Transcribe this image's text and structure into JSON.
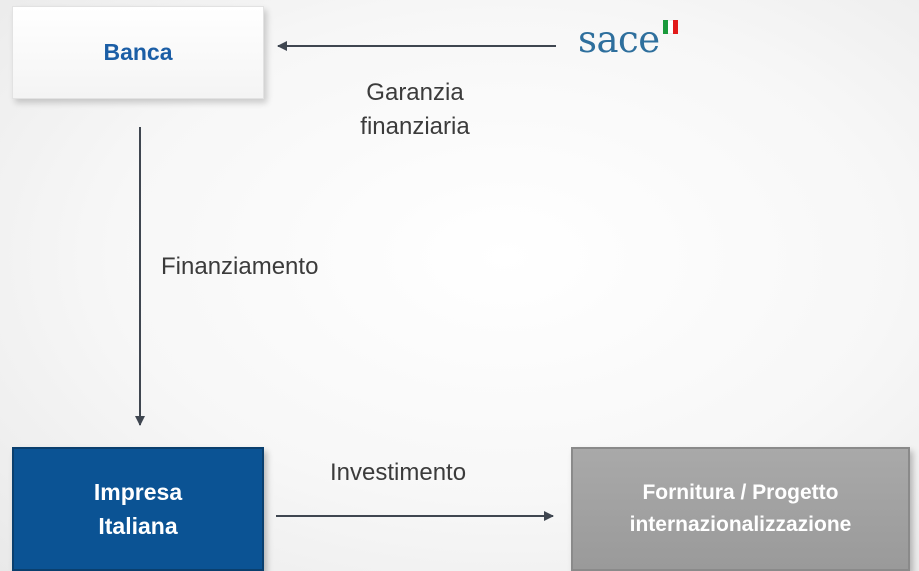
{
  "nodes": {
    "banca": "Banca",
    "impresa_line1": "Impresa",
    "impresa_line2": "Italiana",
    "fornitura_line1": "Fornitura / Progetto",
    "fornitura_line2": "internazionalizzazione"
  },
  "logo": {
    "text": "sace",
    "flag_colors": [
      "#1a9a3c",
      "#ffffff",
      "#e21b1b"
    ]
  },
  "edges": {
    "garanzia_line1": "Garanzia",
    "garanzia_line2": "finanziaria",
    "finanziamento": "Finanziamento",
    "investimento": "Investimento"
  },
  "colors": {
    "impresa_fill": "#0b5394",
    "fornitura_fill": "#a0a0a0",
    "banca_text": "#1b5ea6",
    "arrow": "#3f4650"
  }
}
